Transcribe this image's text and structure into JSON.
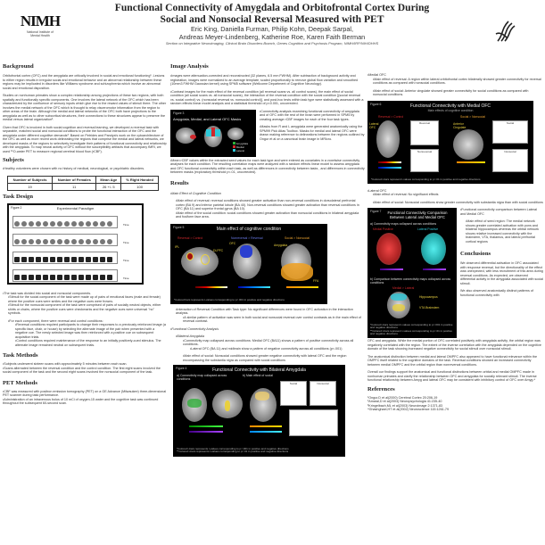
{
  "header": {
    "logo_text": "NIMH",
    "logo_sub": "National Institute of Mental Health",
    "title_line1": "Functional Connectivity of Amygdala and Orbitofrontal Cortex During",
    "title_line2": "Social and Nonsocial Reversal Measured with PET",
    "authors_line1": "Eric King, Daniella Furman, Philip Kohn, Deepak Sarpal,",
    "authors_line2": "Andreas Meyer-Lindenberg, Katherine Roe, Karen Faith Berman",
    "affiliation": "Section on Integrative Neuroimaging, Clinical Brain Disorders Branch, Genes Cognition and Psychosis Program, NIMH/IRP/NIH/DHHS"
  },
  "background": {
    "heading": "Background",
    "paras": [
      "Orbitofrontal cortex (OFC) and the amygdala are critically involved in social and emotional functioning¹. Lesions to either region results in irregular social and emotional behavior and an abnormal relationship between these regions may be implicated in disorders like Williams syndrome and schizophrenia which involve an abnormal social and emotional disposition.",
      "Studies on nonhuman primates show a complex relationship among projections of these two regions, with both spatially and functionally specific components. One involves the lateral network of the OFC which has been characterized by the confluence of sensory inputs which give rise to the reward values of stimuli there. The other involves the medial network of the OFC which is thought to relay visceromotor information from the region to other areas of the brain. Although the medial and lateral networks of the OFC both have projections to the amygdala as well as to other subcortical structures, their connections to these structures appear to preserve the medial versus lateral organization².",
      "Given that OFC is involved in both social cognition and reversal learning, we developed a reversal task with separable, matched social and nonsocial conditions to probe the functional interaction of the OFC and the amygdala under different cognitive demands³. Based on Petrides and Pandya's work on the cytoarchitecture of the OFC as well as more recent work delineating the regions that comprise the medial and lateral networks, we developed masks of the regions to selectively investigate their patterns of functional connectivity and relationship with the amygdala. To map neural activity of OFC without the susceptibility artifacts that accompany fMRI, we used ¹⁵O-water PET to measure regional cerebral blood flow (rCBF)."
    ]
  },
  "subjects": {
    "heading": "Subjects",
    "text": "•Healthy volunteers were chosen with no history of medical, neurological, or psychiatric disorders.",
    "columns": [
      "Number of Subjects",
      "Number of Females",
      "Mean Age",
      "% Right Handed"
    ],
    "row": [
      "19",
      "11",
      "26 +/- 5",
      "100"
    ]
  },
  "task_design": {
    "heading": "Task Design",
    "figure_label": "Figure 2",
    "figure_title": "Experimental Paradigm",
    "time_label": "Time",
    "bullets": [
      "•The task was divided into social and nonsocial components.",
      "•Stimuli for the social component of the task were made up of pairs of emotional faces (male and female) where the positive cues were smiles and the negative cues were frowns.",
      "•Stimuli for the nonsocial component of the task were comprised of pairs of socially neutral objects, either shirts or chairs, where the positive cues were checkmarks and the negative cues were universal \"no\" symbols.",
      "•For each component, there were reversal and control conditions:",
      "•Reversal conditions required participants to change their responses to a previously reinforced image (a specific face, chair, or house) by selecting the alternate image of the pair when presented with a negative cue. The newly selected image was then reinforced with a positive cue on subsequent acquisition trials.",
      "•Control conditions required maintenance of the response to an initially positively-cued stimulus. The alternate image remained neutral on subsequent trials."
    ]
  },
  "task_methods": {
    "heading": "Task Methods",
    "text": [
      "•Subjects underwent sixteen scans with approximately 5 minutes between each scan.",
      "•Scans alternated between the reversal condition and the control condition. The first eight scans involved the social component of the task and the second eight scans involved the nonsocial component of the task."
    ]
  },
  "pet_methods": {
    "heading": "PET Methods",
    "text": [
      "•CBF was measured with positron emission tomography (PET) on a GE Advance (Milwaukee) three-dimensional PET scanner during task performance.",
      "•Administration of an intravenous bolus of 10 mCi of oxygen-15 water and the cognitive task was continued throughout the subsequent 60-second scan."
    ]
  },
  "image_analysis": {
    "heading": "Image Analysis",
    "paras": [
      "•Images were attenuation-corrected and reconstructed (32 planes, 6.5 mm FWHM). After subtraction of background activity and registration, images were normalized to an average template, scaled proportionally to remove global flow variation and smoothed (10mm3 FWHM Gaussian kernel) using SPM5 software (Wellcome Department of Cognitive Neurology).",
      "•Contrast images for the main effect of the reversal condition (all reversal scans vs. all control scans), the main effect of social condition (all social scans vs. all nonsocial scans), the interaction of the reversal condition with the social condition [(social reversal vs. social control) vs. (nonsocial reversal vs. nonsocial control)], and post-hoc tests within task type were statistically assessed with a random effects linear model analysis and a statistical threshold of p<0.001, uncorrected."
    ],
    "figure_label": "Figure 3",
    "figure_title": "Amygdala, Medial, and Lateral OFC Masks",
    "legend": [
      "Amygdala",
      "Medial",
      "Lateral"
    ],
    "side_paras": [
      "•Connectivity analysis examining functional connectivity of amygdala and of OFC with the rest of the brain were performed in SPM5 by creating average rCBF images for each of the four task types.",
      "•Masks from R and L amygdala were generated anatomically using the SPM99 Pick Atlas Toolbox. Masks for medial and lateral OFC were drawn making reference to delineations between the regions outlined by Ongur et al on a canonical brain image in MRIcro."
    ],
    "after": "•Mean rCBF values within the extracted seed values for each task type and were entered as covariates in a voxelwise connectivity analyses for each condition. The resulting correlation maps were analyzed with a random effects linear model to assess amygdala and OFC functional connectivity within each task, as well as differences in connectivity between tasks , and differences in connectivity between masks (exploratory threshold p<.01, uncorrected)."
  },
  "results": {
    "heading": "Results",
    "main_effect_heading": "•Main Effect of Cognitive Condition",
    "items": [
      "•Main effect of reversal: reversal conditions showed greater activation than non-reversal conditions in dorsolateral prefrontal cortex (BA 9) and inferior parietal lobule (BA 40). Non-reversal conditions showed greater activation than reversal conditions in OFC (BA 11) and superior frontal gyrus (BA 10).",
      "•Main effect of the social condition: social conditions showed greater activation than nonsocial conditions in bilateral amygdala and fusiform face area."
    ],
    "fig5_label": "Figure 5",
    "fig5_title": "Main effect of cognitive condition",
    "fig5_panels": [
      "Reversal > Control",
      "Nonreversal > Reversal",
      "Social > Nonsocial"
    ],
    "fig5_regions": [
      "IPL",
      "DLPFC",
      "OFC",
      "Amygdala",
      "FFA"
    ],
    "fig5_note": "*Colored bars represents t-values corresponding to p<.001 in positive and negative directions",
    "interaction": "•Interaction of Reversal Condition with Task type: No significant differences were found in OFC activation in the interaction analysis.",
    "interaction_sub": "•A similar pattern of activation was seen in both social and nonsocial reversal over control contrasts as in the main effect of reversal contrast.",
    "fc_heading": "•Functional Connectivity Analysis",
    "amyg_heading": "•Bilateral Amygdala",
    "amyg_items": [
      "•Connectivity map collapsed across conditions: Medial OFC (BA11) shows a pattern of positive connectivity across all conditions.",
      "•Lateral OFC (BA 11) and midbrain show a pattern of negative connectivity across all conditions (p<.001)",
      "•Main effect of social: Nonsocial conditions showed greater negative connectivity with lateral OFC and the region encompassing the substantia nigra as compared with social conditions"
    ],
    "fig4_label": "Figure 4",
    "fig4_title": "Functional Connectivity with Bilateral Amygdala",
    "fig4_sub_a": "a) Connectivity map collapsed across conditions",
    "fig4_sub_b": "b) Main effect of social",
    "fig4_plots": [
      "Social",
      "Nonsocial"
    ],
    "fig4_notes": [
      "*Colored t-bars represents t-values corresponding to p<.001 in positive and negative directions",
      "**Colored t-bars represents t-values corresponding to p<.01 in positive and negative directions"
    ]
  },
  "medial_ofc": {
    "heading": "•Medial OFC",
    "items": [
      "•Main effect of reversal: A region within lateral orbitofrontal cortex bilaterally showed greater connectivity for reversal conditions as compared with nonsocial conditions.",
      "•Main effect of social: Anterior cingulate showed greater connectivity for social conditions as compared with nonsocial conditions."
    ],
    "fig6_label": "Figure 6",
    "fig6_title": "Functional Connectivity with Medial OFC",
    "fig6_sub": "Main effects of cognitive condition",
    "fig6_panels": [
      "Reversal > Control",
      "Social > Nonsocial"
    ],
    "fig6_plots": [
      "Reversal",
      "Nonreversal",
      "Social",
      "Nonsocial"
    ],
    "fig6_regions": [
      "Lateral OFC",
      "Anterior Cingulate"
    ],
    "fig6_note": "*Colored t-bars represent t-values corresponding to p<.01 in positive and negative directions"
  },
  "lateral_ofc": {
    "heading": "•Lateral OFC",
    "items": [
      "•Main effect of reversal: No significant effects",
      "•Main effect of social: Nonsocial conditions show greater connectivity with substantia nigra than with social conditions"
    ],
    "fig7_label": "Figure 7",
    "fig7_title": "Functional Connectivity Comparison Between Lateral and Medial OFC",
    "fig7_sub_a": "a) Connectivity maps collapsed across conditions",
    "fig7_panels": [
      "Medial Positive",
      "Lateral Positive"
    ],
    "fig7_sub_b": "b) Comparison between connectivity maps collapsed across conditions",
    "fig7_cmp": "Medial > Lateral",
    "fig7_regions": [
      "Hippocampus",
      "VTA Brainstem"
    ],
    "fig7_notes": [
      "*Colored t-bars represent t-values corresponding to p<.001 in positive and negative directions",
      "**Colored t-bars represent t-values corresponding to p<.01 in positive and negative directions"
    ],
    "side_heading": "•Functional connectivity comparison between Lateral and Medial OFC",
    "side_text": "•Main effect of seed region: The medial network shows greater correlated activation with pons and bilateral hippocampus whereas the orbital network shows relative increased connectivity with the brainstem, VTA, thalamus, and lateral prefrontal cortical regions"
  },
  "conclusions": {
    "heading": "Conclusions",
    "side": [
      "We observed differential activation in OFC associated with response reversal, but the directionality of the effect was unexpected, with less recruitment of this area during reversal conditions. As expected, we observed differential activity in the amygdala associated with social stimuli.",
      "We also observed anatomically distinct patterns of functional connectivity with"
    ],
    "paras": [
      "OFC and amygdala. While the medial portion of OFC correlated positively with amygdala activity, the orbital region was negatively correlated with the region. The extent of the inverse correlation with the amygdala depended on the cognitive domain of the task showing increased negative connectivity for social stimuli over nonsocial stimuli.",
      "The anatomical distinction between medial and lateral OMPFC also appeared to have functional relevance within the OMPFC itself related to the cognitive domains of the task. Reversal conditions showed an increased connectivity between medial OMPFC and the orbital region than nonreversal conditions.",
      "Overall our findings support the anatomical and functional distinctions between orbital and medial OMPFC made in nonhuman primates and clarify the relationship between OFC and amygdala for socially relevant stimuli. The inverse functional relationship between Amyg and lateral OFC may be consistent with inhibitory control of OFC over Amyg.⁴"
    ]
  },
  "references": {
    "heading": "References",
    "items": [
      "¹Ongur,D et al(2000) Cerebral Cortex 20:206-19",
      "²Amaral,D et al(2003) Neuropsychologia 41:235-40",
      "³Kringelbach,ML et al(2003) Neuroimage 2:1371-83",
      "⁴Ghashghaei,HT et al(2002) Neuroscience 115:1261-79"
    ]
  },
  "colors": {
    "figure_bg": "#000000",
    "red": "#d0282c",
    "blue": "#2a3fd0",
    "cyan": "#2ec8d8",
    "yellow": "#e8c030",
    "green": "#2fae3a"
  }
}
